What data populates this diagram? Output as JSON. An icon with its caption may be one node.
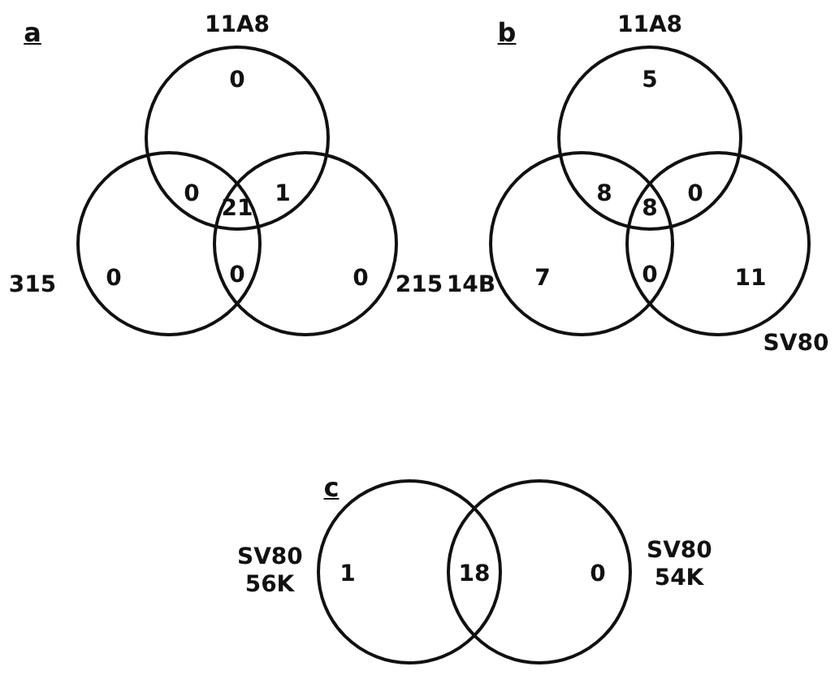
{
  "diagram": {
    "labels": [
      "a",
      "11A8",
      "0",
      "0",
      "21",
      "1",
      "315",
      "0",
      "0",
      "0",
      "215",
      "b",
      "11A8",
      "5",
      "8",
      "8",
      "0",
      "14B",
      "7",
      "0",
      "11",
      "SV80",
      "c",
      "SV80 56K",
      "1",
      "18",
      "0",
      "SV80 54K"
    ]
  }
}
